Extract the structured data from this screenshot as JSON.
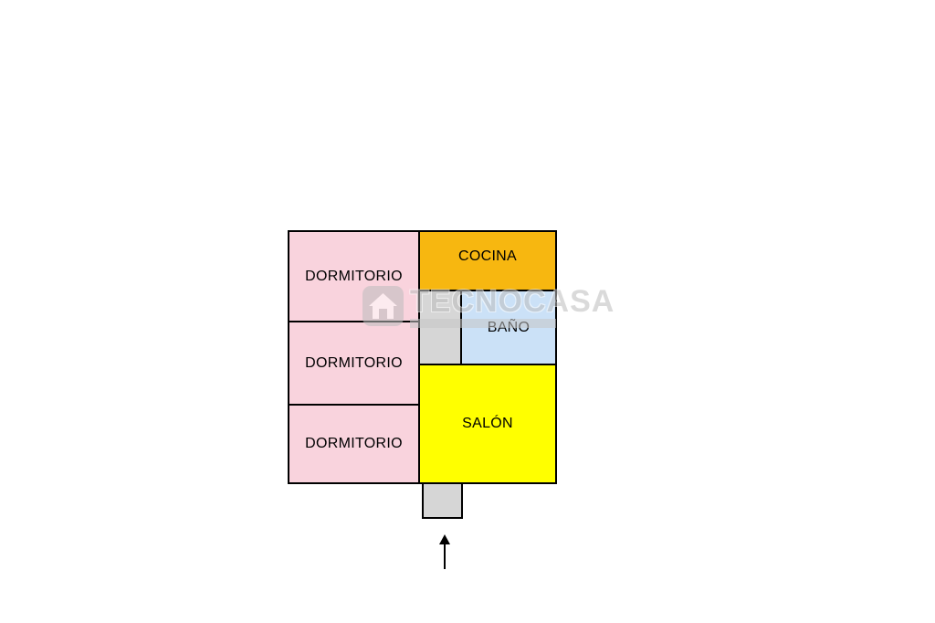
{
  "floorplan": {
    "rooms": {
      "dormitorio_top": {
        "label": "DORMITORIO",
        "color": "#f9d3dd"
      },
      "dormitorio_mid": {
        "label": "DORMITORIO",
        "color": "#f9d3dd"
      },
      "dormitorio_bottom": {
        "label": "DORMITORIO",
        "color": "#f9d3dd"
      },
      "cocina": {
        "label": "COCINA",
        "color": "#f7b710"
      },
      "bano": {
        "label": "BAÑO",
        "color": "#cbe1f7"
      },
      "salon": {
        "label": "SALÓN",
        "color": "#ffff00"
      }
    },
    "corridor_color": "#d6d6d6",
    "entrance_color": "#d6d6d6",
    "outline_color": "#000000",
    "watermark": {
      "text": "TECNOCASA"
    }
  }
}
